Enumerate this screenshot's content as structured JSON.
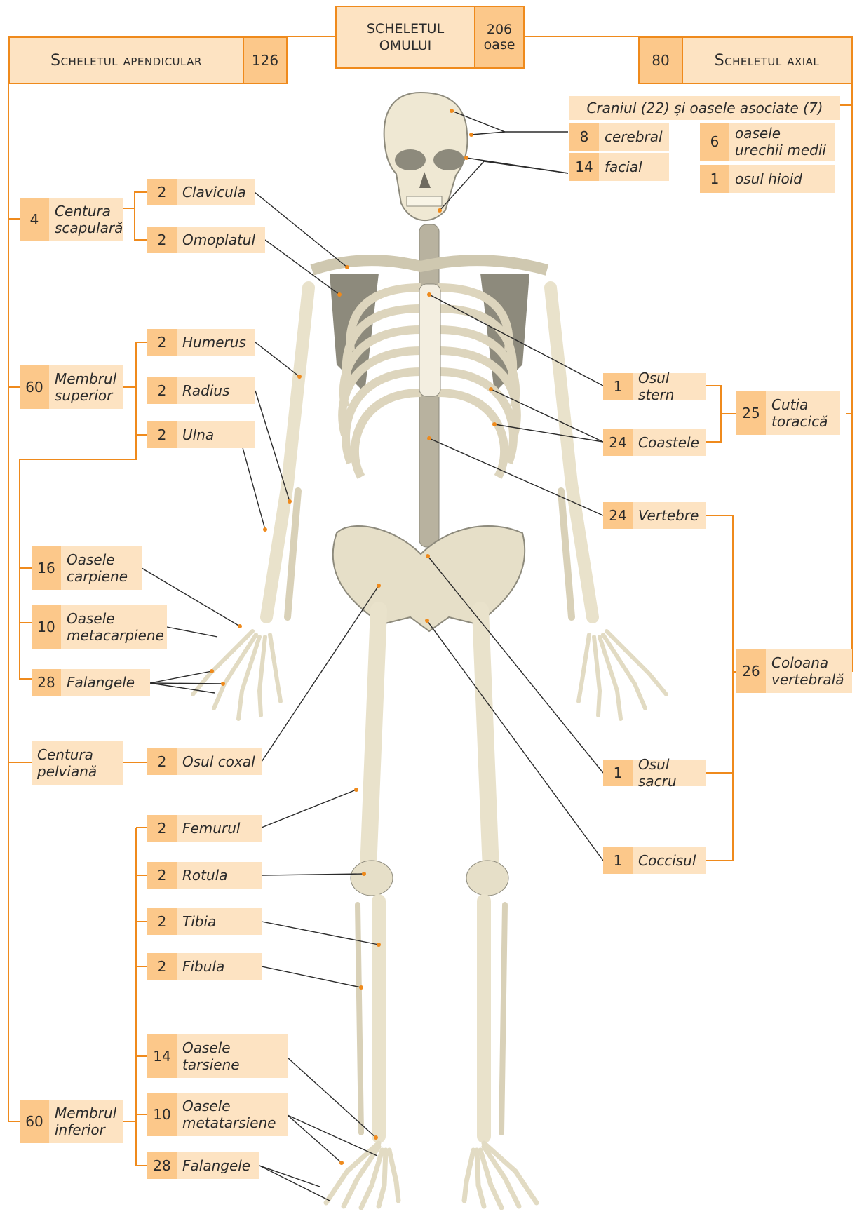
{
  "header": {
    "title": "SCHELETUL\nOMULUI",
    "total": "206\noase",
    "apendicular": {
      "label": "Scheletul apendicular",
      "count": "126"
    },
    "axial": {
      "label": "Scheletul axial",
      "count": "80"
    }
  },
  "axial": {
    "cranium_title": "Craniul (22) și oasele asociate (7)",
    "cerebral": {
      "num": "8",
      "label": "cerebral"
    },
    "facial": {
      "num": "14",
      "label": "facial"
    },
    "ear": {
      "num": "6",
      "label": "oasele\nurechii medii"
    },
    "hyoid": {
      "num": "1",
      "label": "osul hioid"
    },
    "sternum": {
      "num": "1",
      "label": "Osul stern"
    },
    "ribs": {
      "num": "24",
      "label": "Coastele"
    },
    "thorax": {
      "num": "25",
      "label": "Cutia\ntoracică"
    },
    "vertebrae": {
      "num": "24",
      "label": "Vertebre"
    },
    "spine": {
      "num": "26",
      "label": "Coloana\nvertebrală"
    },
    "sacrum": {
      "num": "1",
      "label": "Osul sacru"
    },
    "coccyx": {
      "num": "1",
      "label": "Coccisul"
    }
  },
  "apendicular": {
    "scapular": {
      "num": "4",
      "label": "Centura\nscapulară"
    },
    "clavicle": {
      "num": "2",
      "label": "Clavicula"
    },
    "scapula": {
      "num": "2",
      "label": "Omoplatul"
    },
    "upper_limb": {
      "num": "60",
      "label": "Membrul\nsuperior"
    },
    "humerus": {
      "num": "2",
      "label": "Humerus"
    },
    "radius": {
      "num": "2",
      "label": "Radius"
    },
    "ulna": {
      "num": "2",
      "label": "Ulna"
    },
    "carpals": {
      "num": "16",
      "label": "Oasele\ncarpiene"
    },
    "metacarpals": {
      "num": "10",
      "label": "Oasele\nmetacarpiene"
    },
    "hand_phalanges": {
      "num": "28",
      "label": "Falangele"
    },
    "pelvic": {
      "label": "Centura\npelviană"
    },
    "hip": {
      "num": "2",
      "label": "Osul coxal"
    },
    "lower_limb": {
      "num": "60",
      "label": "Membrul\ninferior"
    },
    "femur": {
      "num": "2",
      "label": "Femurul"
    },
    "patella": {
      "num": "2",
      "label": "Rotula"
    },
    "tibia": {
      "num": "2",
      "label": "Tibia"
    },
    "fibula": {
      "num": "2",
      "label": "Fibula"
    },
    "tarsals": {
      "num": "14",
      "label": "Oasele\ntarsiene"
    },
    "metatarsals": {
      "num": "10",
      "label": "Oasele\nmetatarsiene"
    },
    "foot_phalanges": {
      "num": "28",
      "label": "Falangele"
    }
  },
  "colors": {
    "accent": "#ef8a1c",
    "box": "#fde3c2",
    "box_num": "#fcc88a",
    "bone": "#efe8d3",
    "bone_dark": "#8d8a7c"
  }
}
